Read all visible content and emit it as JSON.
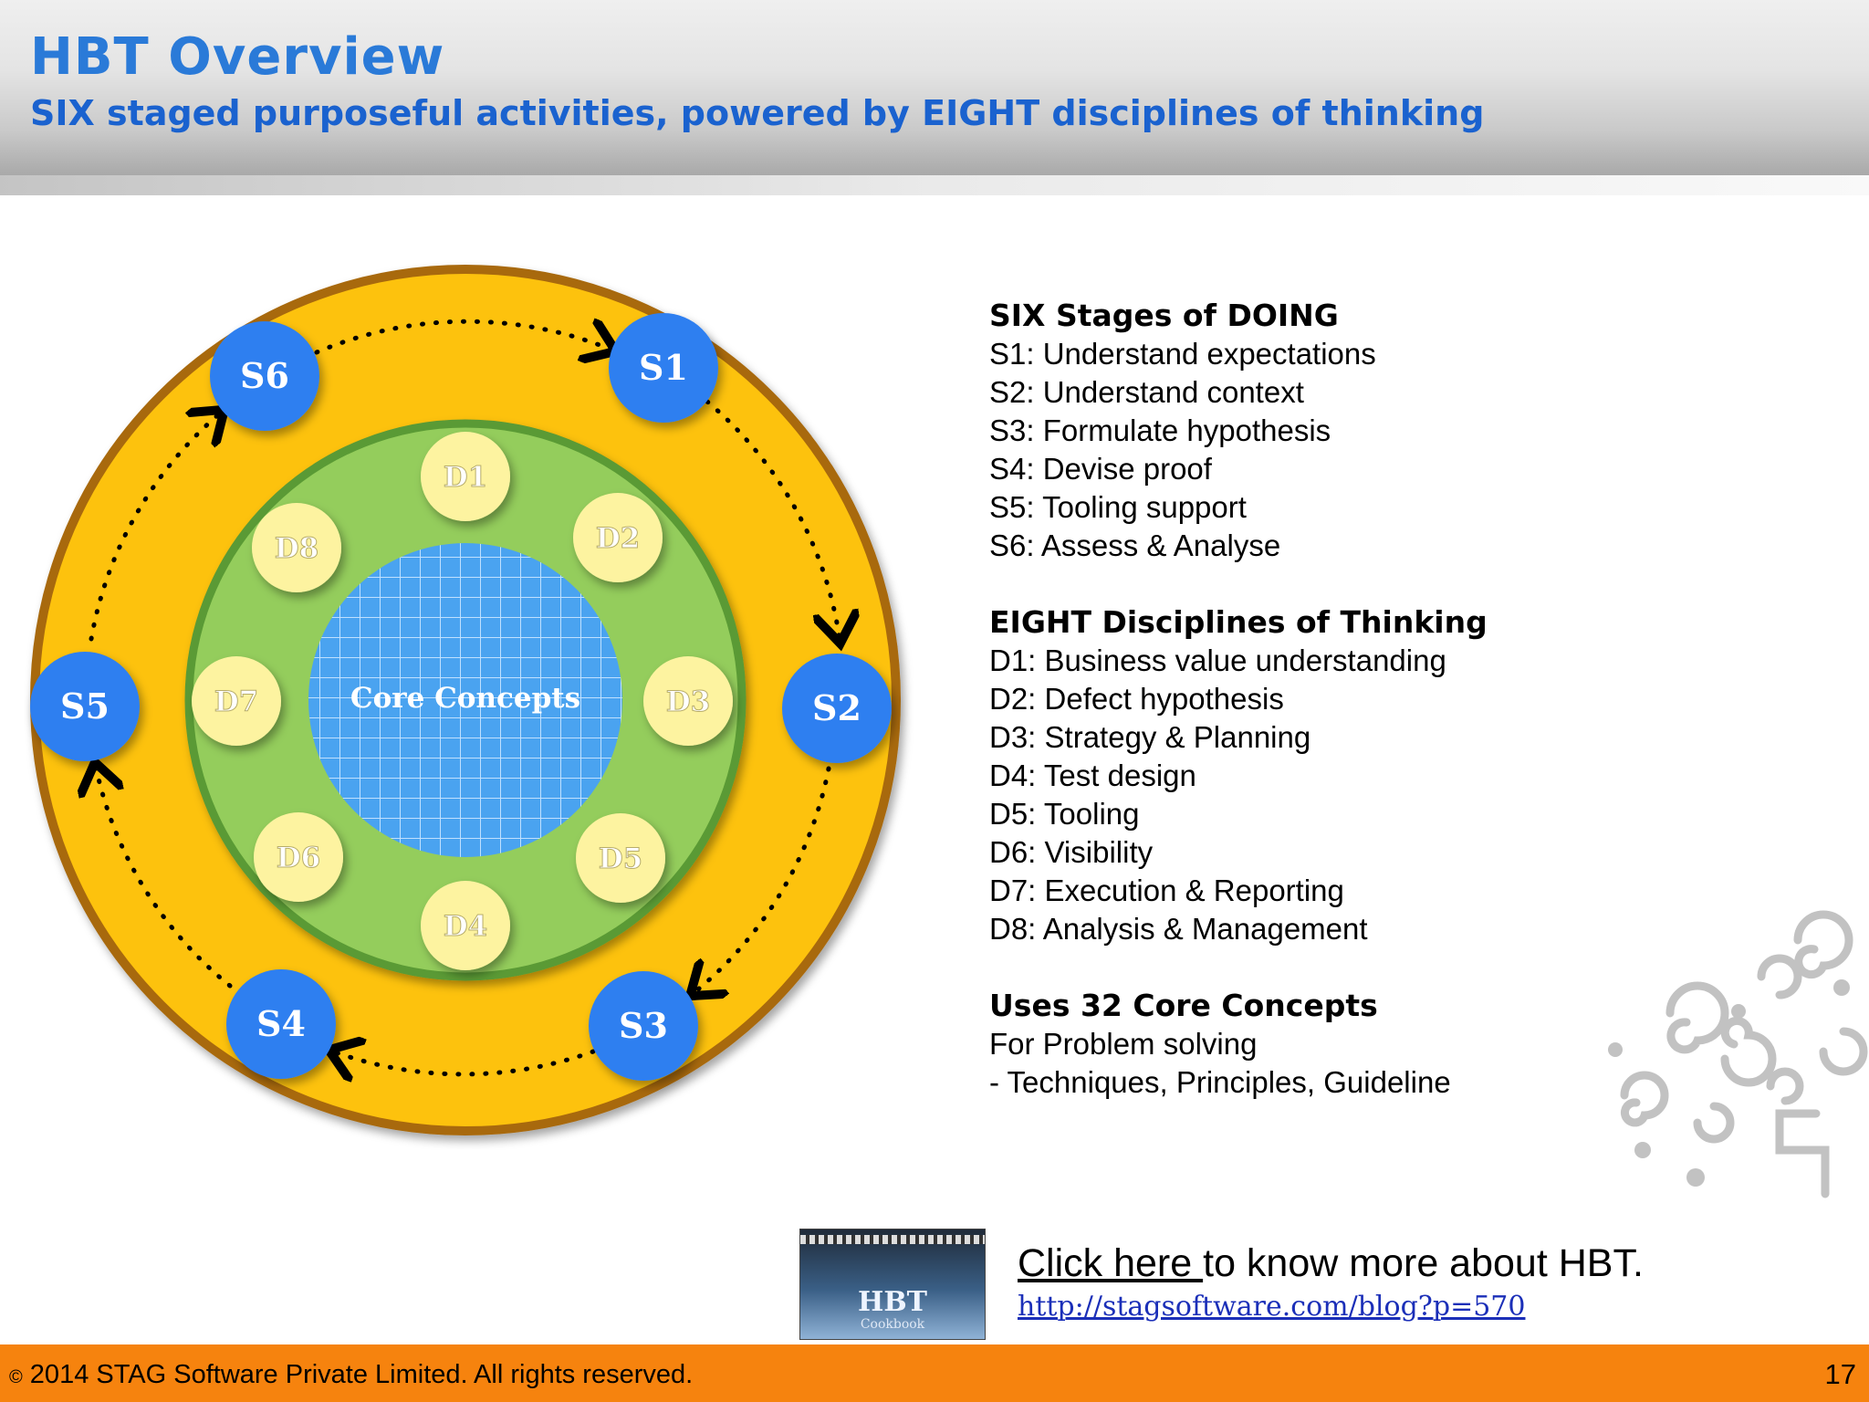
{
  "header": {
    "title": "HBT Overview",
    "subtitle": "SIX staged purposeful activities, powered by EIGHT disciplines of thinking"
  },
  "diagram": {
    "stages": [
      "S1",
      "S2",
      "S3",
      "S4",
      "S5",
      "S6"
    ],
    "disciplines": [
      "D1",
      "D2",
      "D3",
      "D4",
      "D5",
      "D6",
      "D7",
      "D8"
    ],
    "core_label": "Core Concepts",
    "colors": {
      "outer_ring": "#fdc20a",
      "outer_border": "#a8690e",
      "inner_ring": "#94cd5b",
      "inner_border": "#5a9a34",
      "core": "#4aa3f0",
      "stage_circle": "#2f7ff0",
      "discipline_circle": "#fdf3a0"
    }
  },
  "sections": [
    {
      "heading": "SIX Stages of DOING",
      "lines": [
        "S1: Understand expectations",
        "S2: Understand context",
        "S3: Formulate hypothesis",
        "S4: Devise proof",
        "S5: Tooling support",
        "S6: Assess & Analyse"
      ]
    },
    {
      "heading": "EIGHT Disciplines of Thinking",
      "lines": [
        "D1: Business value understanding",
        "D2: Defect hypothesis",
        "D3: Strategy & Planning",
        "D4: Test design",
        "D5: Tooling",
        "D6: Visibility",
        "D7: Execution & Reporting",
        "D8: Analysis & Management"
      ]
    },
    {
      "heading": "Uses 32 Core Concepts",
      "lines": [
        "For Problem solving",
        "- Techniques, Principles, Guideline"
      ]
    }
  ],
  "link": {
    "click_text": "Click here ",
    "rest_text": " to know more about HBT.",
    "url": "http://stagsoftware.com/blog?p=570",
    "book_title": "HBT",
    "book_subtitle": "Cookbook"
  },
  "footer": {
    "copyright_symbol": "©",
    "copyright": " 2014 STAG Software Private Limited. All rights reserved.",
    "page_number": "17"
  }
}
